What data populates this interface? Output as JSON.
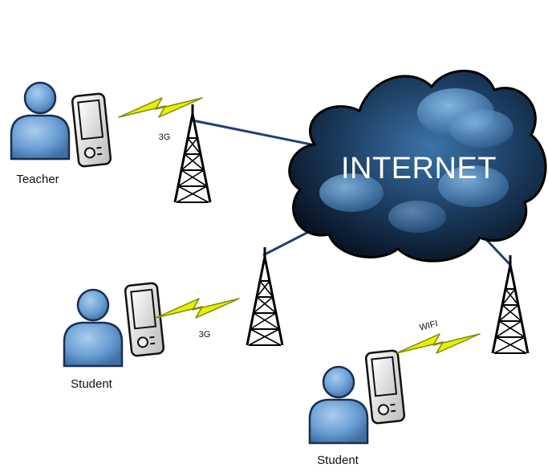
{
  "cloud": {
    "label": "INTERNET"
  },
  "nodes": {
    "teacher": {
      "label": "Teacher"
    },
    "student_left": {
      "label": "Student"
    },
    "student_right": {
      "label": "Student"
    }
  },
  "links": {
    "teacher_link": {
      "label": "3G"
    },
    "student_left_link": {
      "label": "3G"
    },
    "student_right_link": {
      "label": "WIFI"
    }
  },
  "colors": {
    "person": "#6a9ed4",
    "cloud_dark": "#0d1b2e",
    "cloud_mid": "#2a5c8e",
    "cloud_light": "#6aa3d6",
    "wire": "#1f3f78",
    "bolt": "#e8f000"
  }
}
